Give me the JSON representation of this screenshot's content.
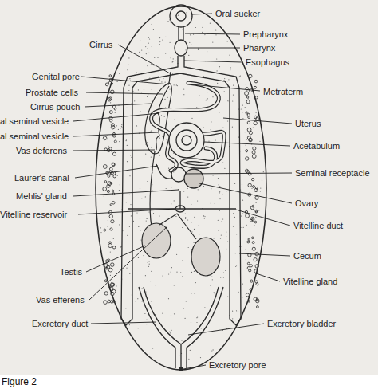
{
  "diagram": {
    "caption": "Figure 2",
    "labels": [
      "Oral sucker",
      "Cirrus",
      "Prepharynx",
      "Pharynx",
      "Esophagus",
      "Genital pore",
      "Prostate cells",
      "Metraterm",
      "Cirrus pouch",
      "al seminal vesicle",
      "Uterus",
      "al seminal vesicle",
      "Acetabulum",
      "Vas deferens",
      "Seminal receptacle",
      "Laurer's canal",
      "Mehlis' gland",
      "Ovary",
      "Vitelline reservoir",
      "Vitelline duct",
      "Cecum",
      "Testis",
      "Vitelline gland",
      "Vas efferens",
      "Excretory duct",
      "Excretory bladder",
      "Excretory pore"
    ]
  }
}
